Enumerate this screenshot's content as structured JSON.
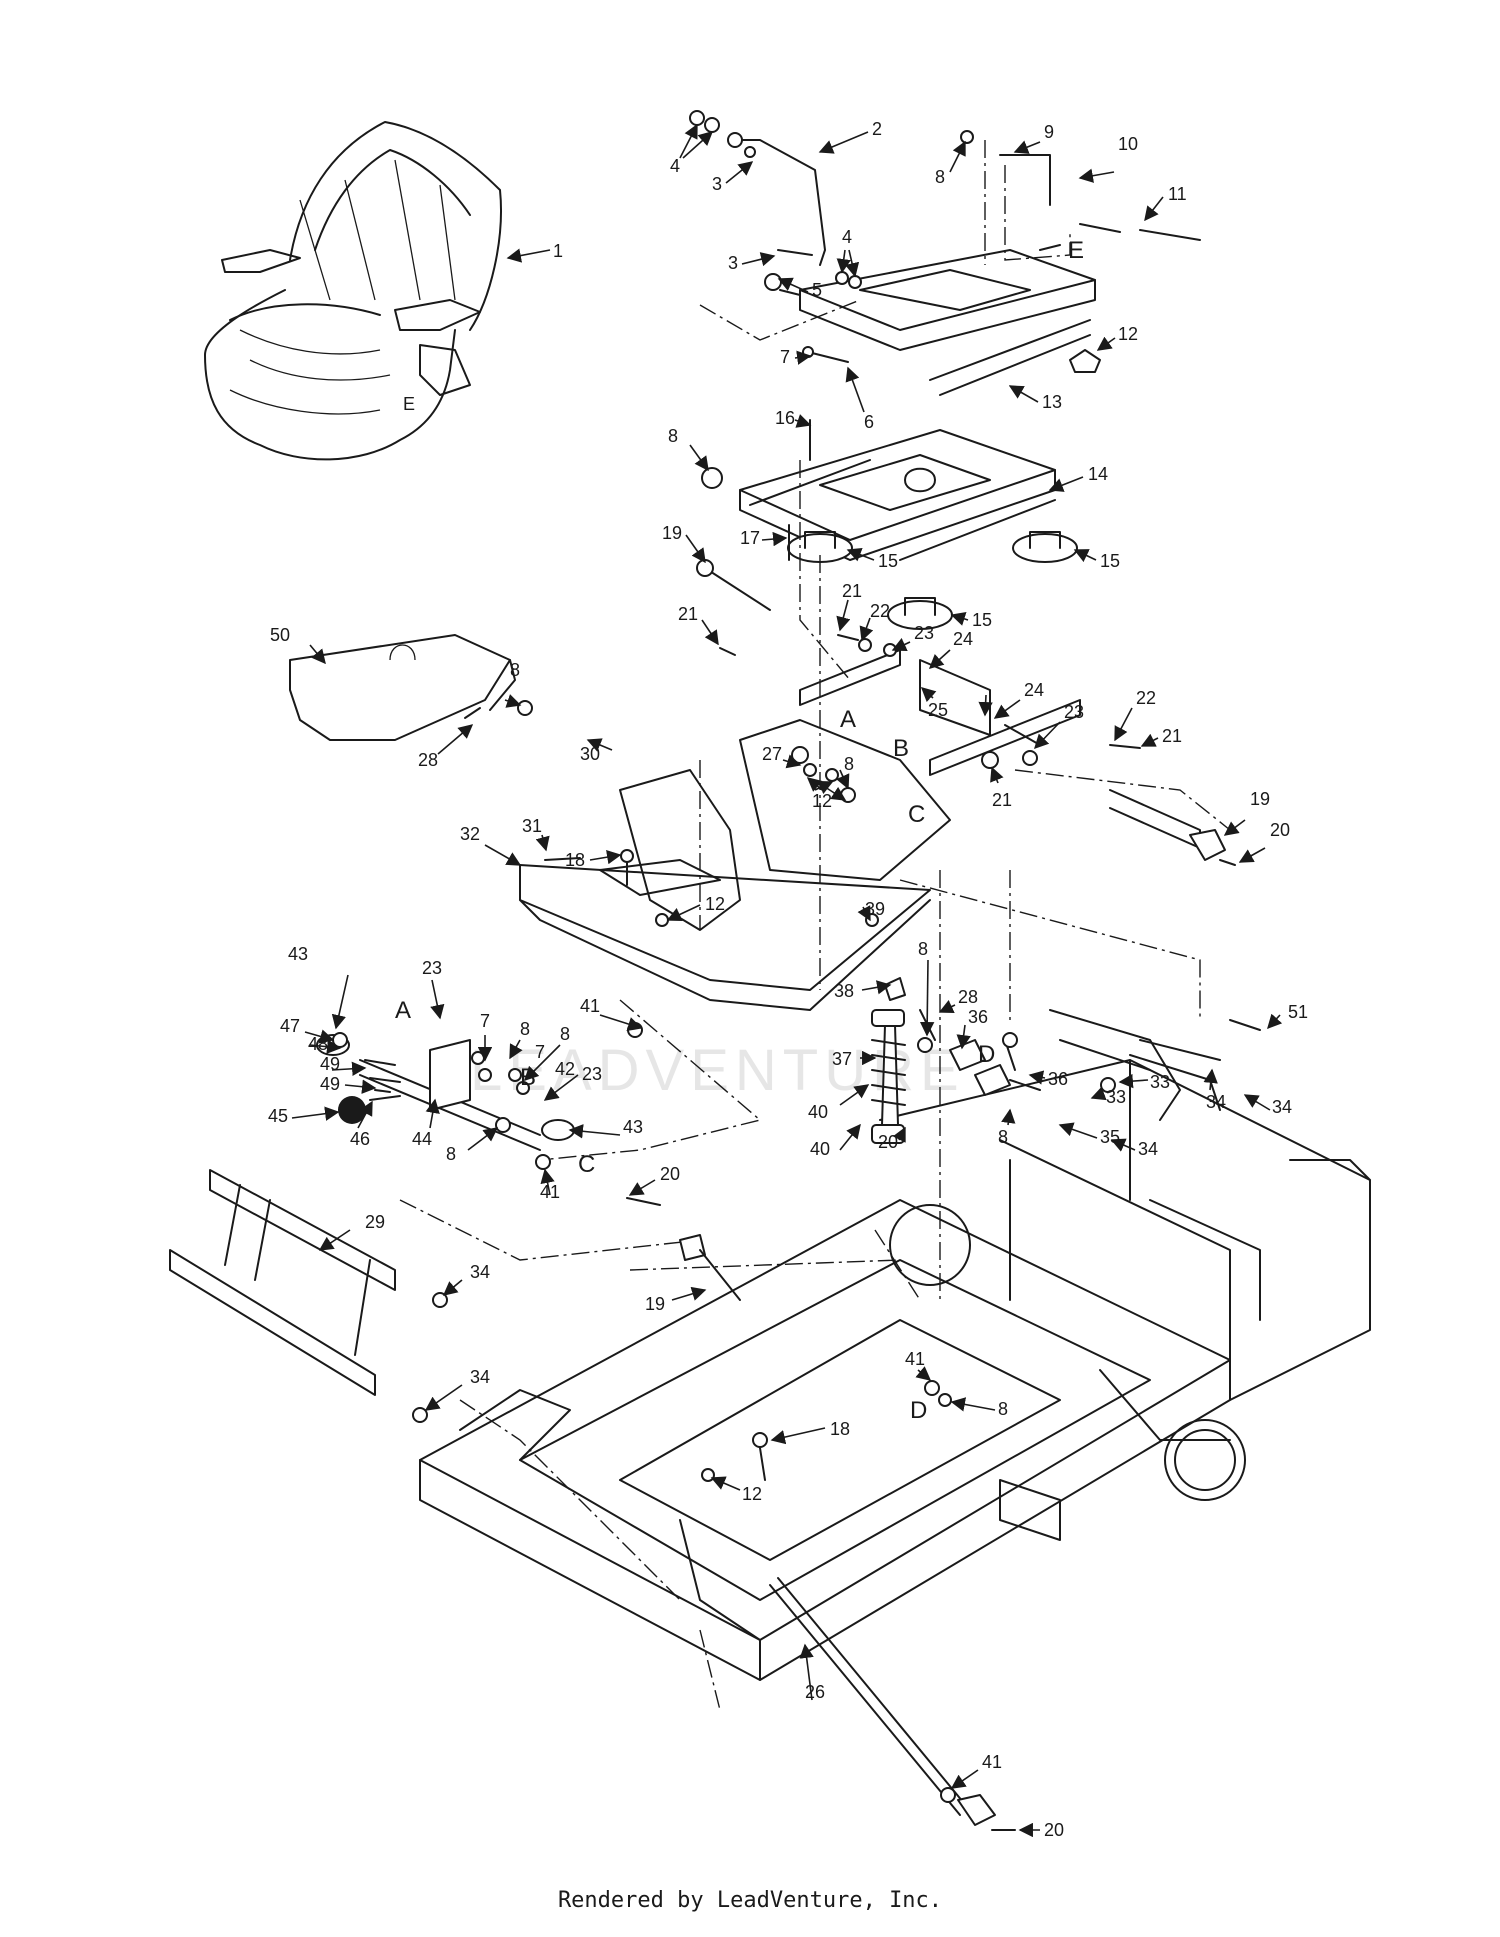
{
  "callouts": [
    "1",
    "2",
    "3",
    "4",
    "5",
    "6",
    "7",
    "8",
    "9",
    "10",
    "11",
    "12",
    "13",
    "14",
    "15",
    "16",
    "17",
    "18",
    "19",
    "20",
    "21",
    "22",
    "23",
    "24",
    "25",
    "26",
    "27",
    "28",
    "29",
    "30",
    "31",
    "32",
    "33",
    "34",
    "35",
    "36",
    "37",
    "38",
    "39",
    "40",
    "41",
    "42",
    "43",
    "44",
    "45",
    "46",
    "47",
    "48",
    "49",
    "50",
    "51"
  ],
  "letters": [
    "A",
    "B",
    "C",
    "D",
    "E"
  ],
  "watermark": "LEADVENTURE",
  "footer": "Rendered by LeadVenture, Inc."
}
